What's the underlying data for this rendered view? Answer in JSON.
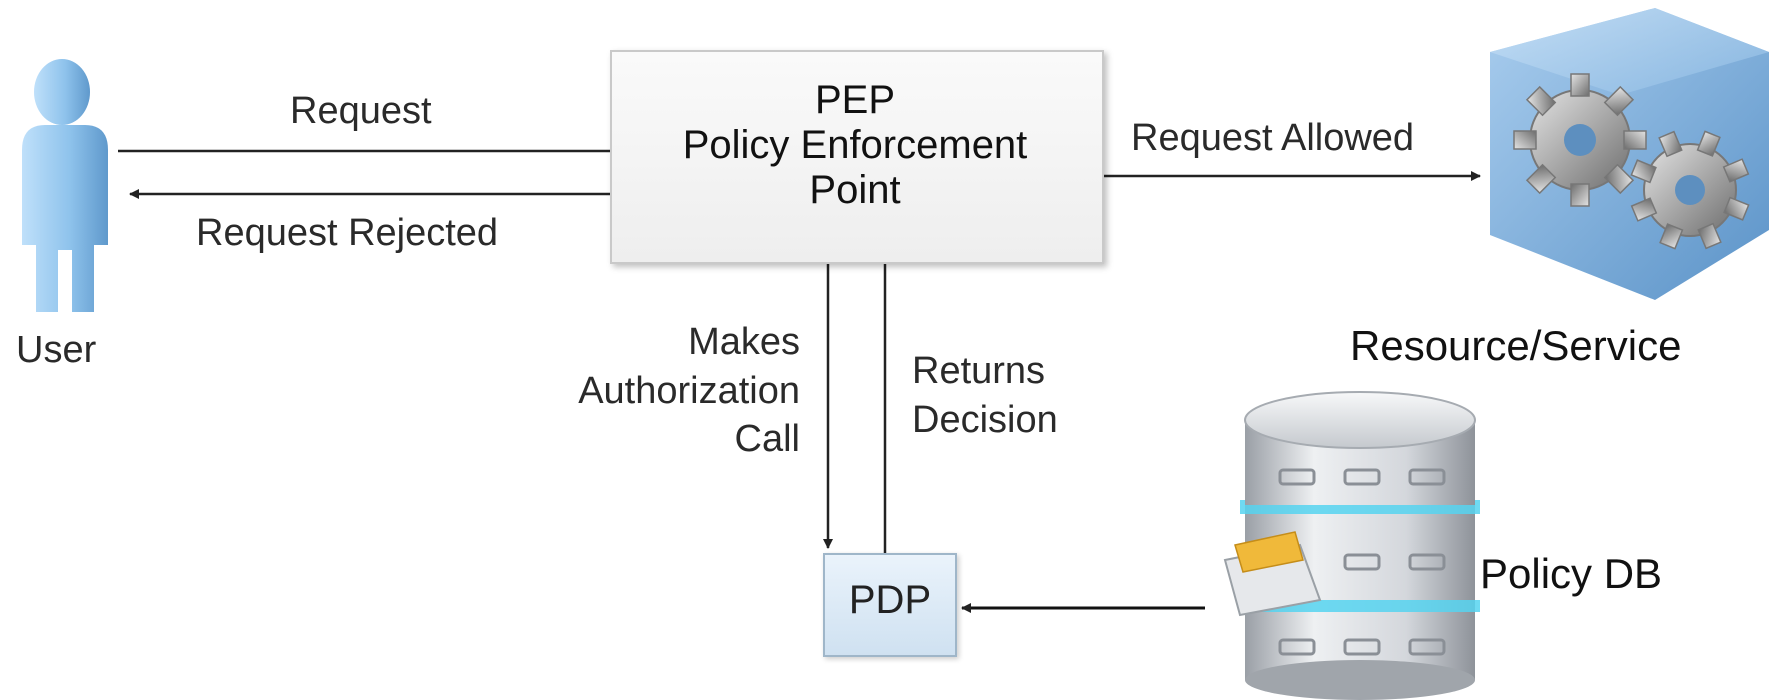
{
  "user": {
    "label": "User",
    "icon": "user-figure-icon"
  },
  "pep": {
    "title_line1": "PEP",
    "title_line2": "Policy Enforcement",
    "title_line3": "Point"
  },
  "pdp": {
    "label": "PDP"
  },
  "resource": {
    "label": "Resource/Service",
    "icon": "gears-cube-icon"
  },
  "policy_db": {
    "label": "Policy DB",
    "icon": "file-cabinet-database-icon"
  },
  "edges": {
    "request": "Request",
    "request_rejected": "Request Rejected",
    "request_allowed": "Request Allowed",
    "auth_call_line1": "Makes",
    "auth_call_line2": "Authorization",
    "auth_call_line3": "Call",
    "decision_line1": "Returns",
    "decision_line2": "Decision"
  },
  "colors": {
    "user_blue": "#8fc3ec",
    "resource_blue": "#6fa6d6",
    "db_silver": "#c8ccd2",
    "db_glow": "#56d4f0",
    "folder_yellow": "#f0b93a",
    "pdp_fill": "#dbe8f5",
    "pep_fill": "#f2f2f2"
  }
}
